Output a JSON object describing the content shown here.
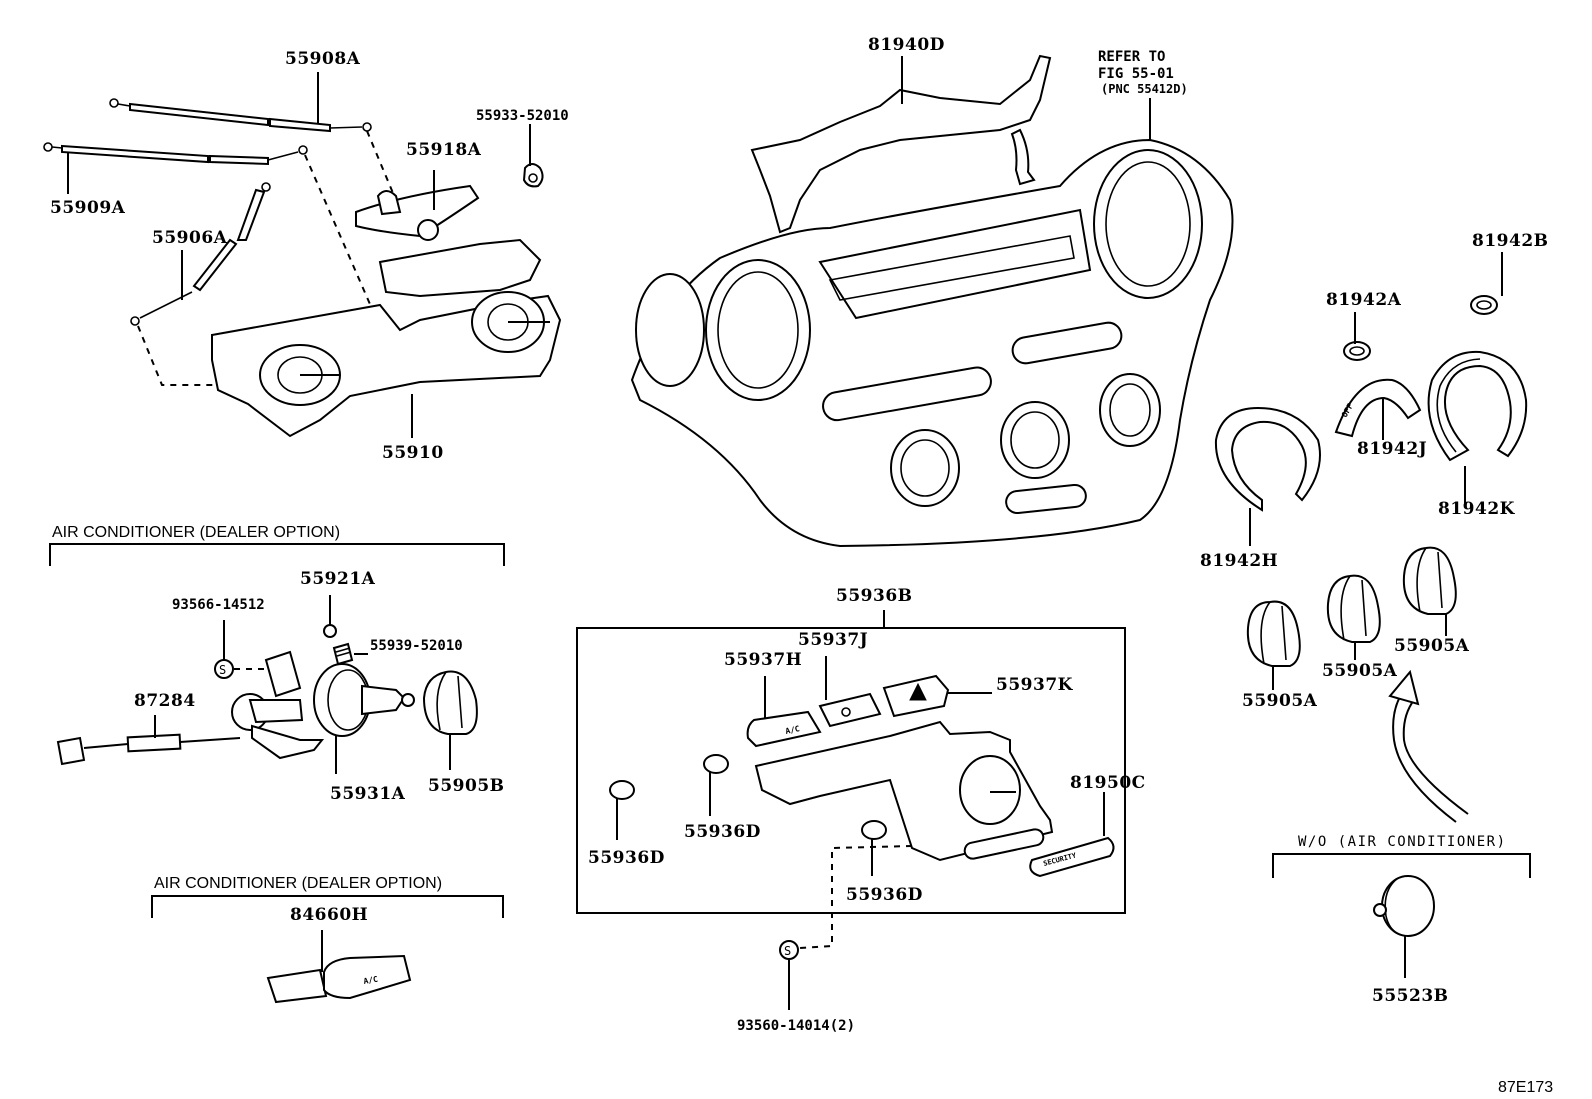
{
  "figure": {
    "id": "87E173",
    "refer_note": [
      "REFER TO",
      "FIG 55-01",
      "(PNC 55412D)"
    ]
  },
  "groups": {
    "ac_dealer_option_1": "AIR CONDITIONER (DEALER OPTION)",
    "ac_dealer_option_2": "AIR CONDITIONER (DEALER OPTION)",
    "without_ac": "W/O (AIR CONDITIONER)"
  },
  "parts": {
    "p55908A": "55908A",
    "p55909A": "55909A",
    "p55906A": "55906A",
    "p55918A": "55918A",
    "p55933": "55933-52010",
    "p55910": "55910",
    "p81940D": "81940D",
    "p81942A": "81942A",
    "p81942B": "81942B",
    "p81942J": "81942J",
    "p81942K": "81942K",
    "p81942H": "81942H",
    "p55905A_1": "55905A",
    "p55905A_2": "55905A",
    "p55905A_3": "55905A",
    "p55523B": "55523B",
    "p55921A": "55921A",
    "p93566": "93566-14512",
    "p55939": "55939-52010",
    "p87284": "87284",
    "p55931A": "55931A",
    "p55905B": "55905B",
    "p84660H": "84660H",
    "p55936B": "55936B",
    "p55937J": "55937J",
    "p55937H": "55937H",
    "p55937K": "55937K",
    "p81950C": "81950C",
    "p55936D_1": "55936D",
    "p55936D_2": "55936D",
    "p55936D_3": "55936D",
    "p93560": "93560-14014(2)"
  },
  "symbols": {
    "screw": "S",
    "ac_text": "A/C",
    "security_text": "SECURITY",
    "off_text": "OFF"
  }
}
